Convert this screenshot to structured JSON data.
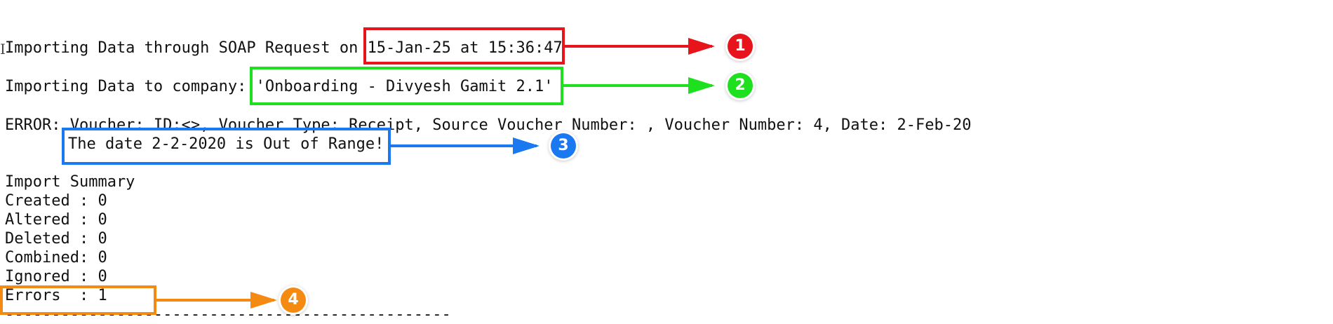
{
  "console": {
    "line1_prefix": "Importing Data through SOAP Request on ",
    "line1_timestamp": "15-Jan-25 at 15:36:47",
    "line2_prefix": "Importing Data to company: ",
    "line2_company": "'Onboarding - Divyesh Gamit 2.1'",
    "error_line": "ERROR: Voucher: ID:<>, Voucher Type: Receipt, Source Voucher Number: , Voucher Number: 4, Date: 2-Feb-20",
    "error_detail": "The date 2-2-2020 is Out of Range!",
    "summary_title": "Import Summary",
    "created": "Created : 0",
    "altered": "Altered : 0",
    "deleted": "Deleted : 0",
    "combined": "Combined: 0",
    "ignored": "Ignored : 0",
    "errors": "Errors  : 1",
    "separator": "------------------------------------------------"
  },
  "annotations": {
    "badge1": "1",
    "badge2": "2",
    "badge3": "3",
    "badge4": "4",
    "colors": {
      "red": "#e8141c",
      "green": "#1fe01f",
      "blue": "#1a78f0",
      "orange": "#f58a12"
    }
  }
}
